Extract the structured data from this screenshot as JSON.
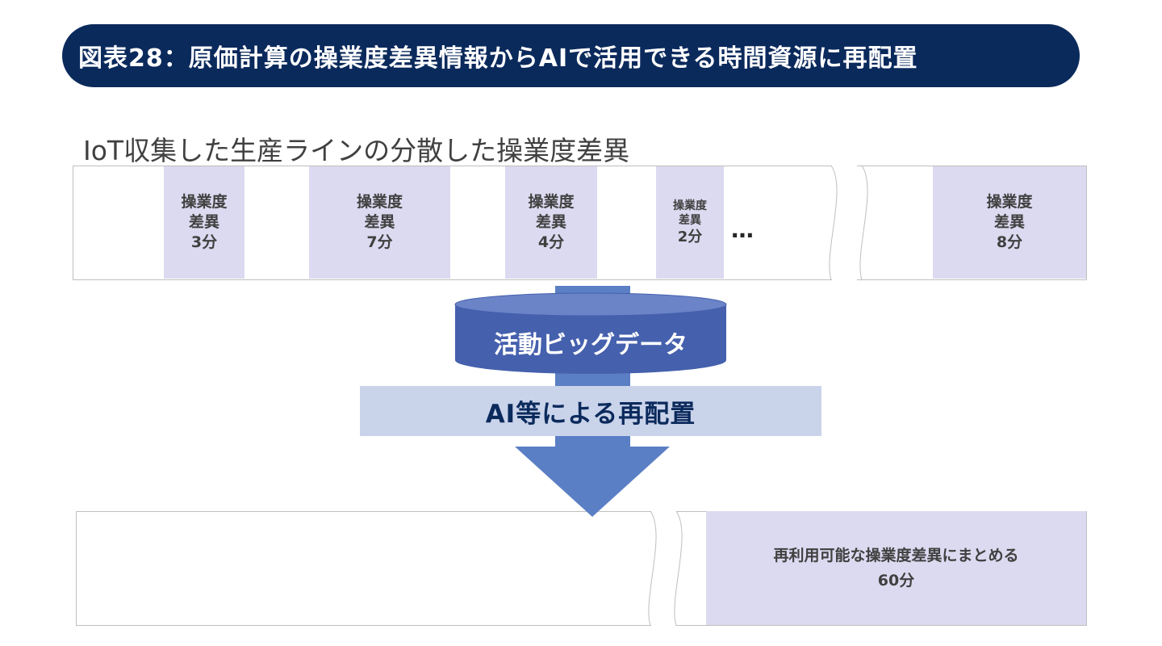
{
  "title": "図表28：原価計算の操業度差異情報からAIで活用できる時間資源に再配置",
  "subtitle": "IoT収集した生産ラインの分散した操業度差異",
  "variance_cells": [
    {
      "line1": "操業度",
      "line2": "差異",
      "line3": "3分"
    },
    {
      "line1": "操業度",
      "line2": "差異",
      "line3": "7分"
    },
    {
      "line1": "操業度",
      "line2": "差異",
      "line3": "4分"
    },
    {
      "line1": "操業度",
      "line2": "差異",
      "line3": "2分"
    },
    {
      "line1": "操業度",
      "line2": "差異",
      "line3": "8分"
    }
  ],
  "ellipsis": "…",
  "database_label": "活動ビッグデータ",
  "reallocation_label": "AI等による再配置",
  "result": {
    "line1": "再利用可能な操業度差異にまとめる",
    "line2": "60分"
  },
  "colors": {
    "banner": "#0b2a5c",
    "cell": "#dcdaf0",
    "arrow": "#5b7fc4",
    "database": "#4560ad",
    "reallocation_bar": "#c9d3ea"
  }
}
